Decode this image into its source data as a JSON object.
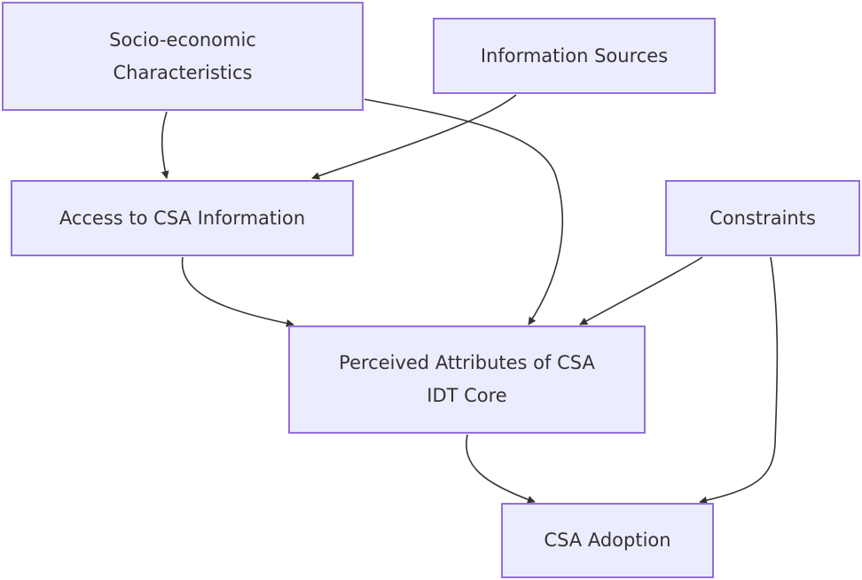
{
  "diagram": {
    "colors": {
      "node_fill": "#ececff",
      "node_border": "#9370db",
      "edge": "#333333",
      "text": "#333333"
    },
    "nodes": {
      "socio": {
        "line1": "Socio-economic",
        "line2": "Characteristics"
      },
      "info": {
        "label": "Information Sources"
      },
      "access": {
        "label": "Access to CSA Information"
      },
      "constraints": {
        "label": "Constraints"
      },
      "perceived": {
        "line1": "Perceived Attributes of CSA",
        "line2": "IDT Core"
      },
      "adoption": {
        "label": "CSA Adoption"
      }
    },
    "edges": [
      {
        "from": "socio",
        "to": "access"
      },
      {
        "from": "socio",
        "to": "perceived"
      },
      {
        "from": "info",
        "to": "access"
      },
      {
        "from": "access",
        "to": "perceived"
      },
      {
        "from": "constraints",
        "to": "perceived"
      },
      {
        "from": "constraints",
        "to": "adoption"
      },
      {
        "from": "perceived",
        "to": "adoption"
      }
    ]
  }
}
